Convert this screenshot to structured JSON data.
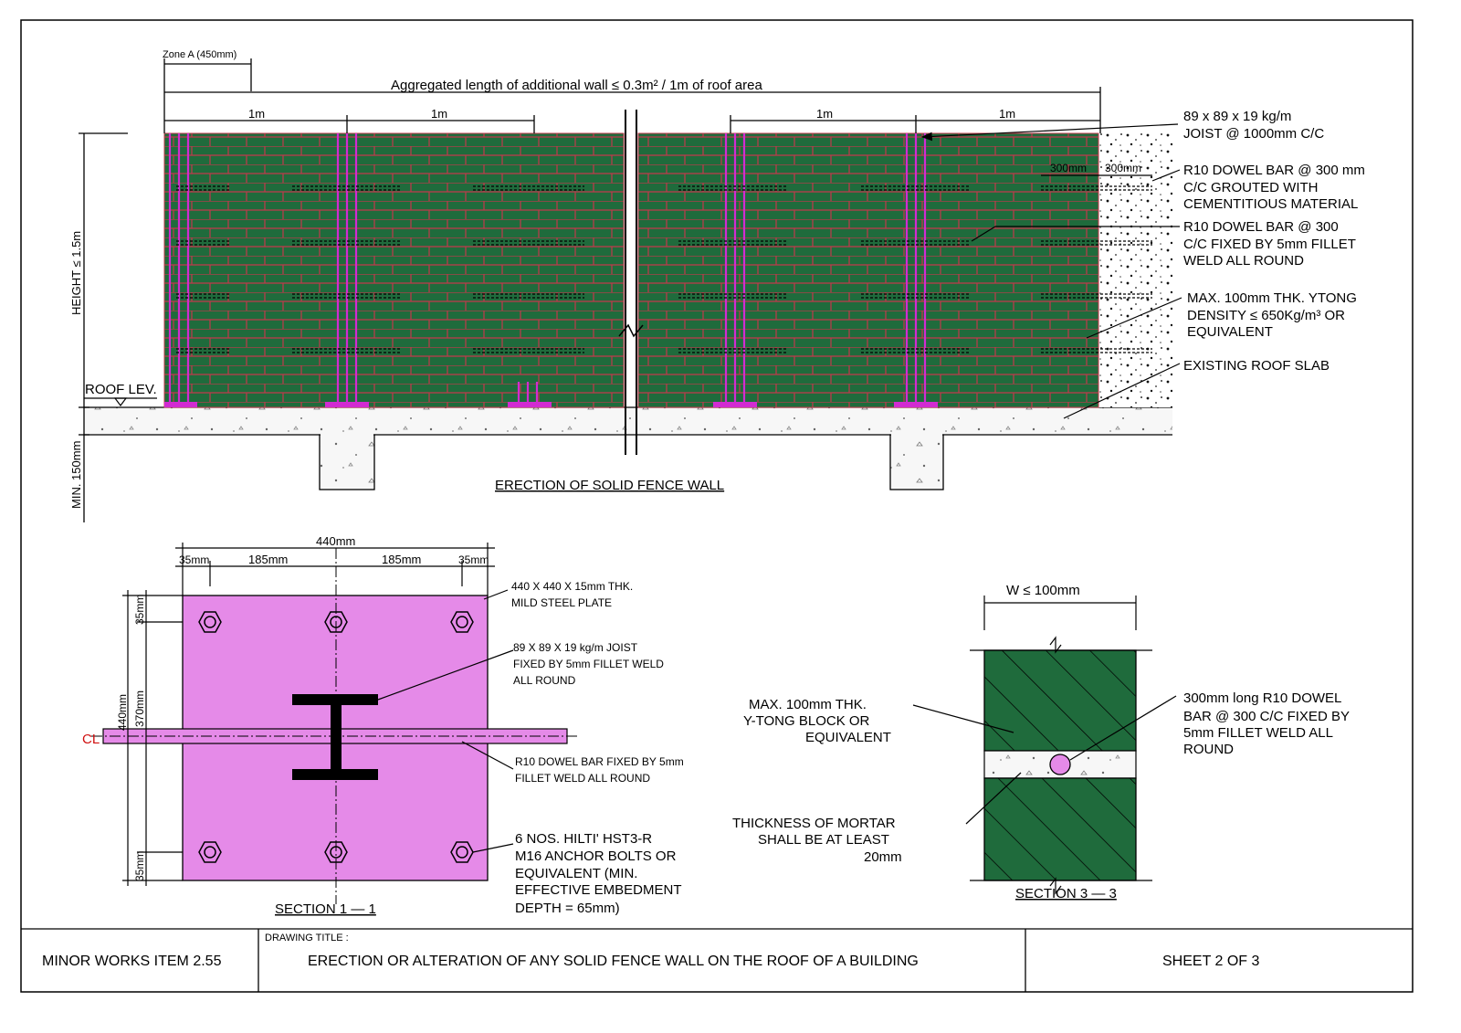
{
  "colors": {
    "wall_green": "#1f6b3c",
    "brick_line": "#c0394b",
    "magenta": "#d22bd2",
    "plate": "#e58ae8",
    "concrete": "#f4f4f4"
  },
  "elevation": {
    "zone_a": "Zone A (450mm)",
    "aggregated": "Aggregated length of additional wall ≤ 0.3m² / 1m   of roof area",
    "dim_1m": "1m",
    "dim_300": "300mm",
    "height": "HEIGHT ≤ 1.5m",
    "min150": "MIN. 150mm",
    "roof_lev": "ROOF LEV.",
    "title": "ERECTION OF SOLID FENCE WALL",
    "notes": {
      "joist": [
        "89 x 89 x 19 kg/m",
        "JOIST @ 1000mm C/C"
      ],
      "dowel_grout": [
        "R10 DOWEL BAR @ 300 mm",
        "C/C GROUTED WITH",
        "CEMENTITIOUS MATERIAL"
      ],
      "dowel_weld": [
        "R10 DOWEL BAR @ 300",
        "C/C FIXED BY 5mm FILLET",
        "WELD ALL ROUND"
      ],
      "ytong": [
        "MAX. 100mm THK. YTONG",
        "DENSITY  ≤  650Kg/m³ OR",
        "EQUIVALENT"
      ],
      "slab": "EXISTING ROOF SLAB"
    }
  },
  "section11": {
    "dim_total": "440mm",
    "dim_35": "35mm",
    "dim_185": "185mm",
    "dim_440v": "440mm",
    "dim_370": "370mm",
    "cl": "CL",
    "title": "SECTION  1 — 1",
    "notes": {
      "plate": [
        "440 X 440 X 15mm THK.",
        "MILD STEEL PLATE"
      ],
      "joist": [
        "89 X 89 X 19 kg/m JOIST",
        "FIXED BY 5mm FILLET WELD",
        "ALL ROUND"
      ],
      "dowel": [
        "R10 DOWEL BAR FIXED BY 5mm",
        "FILLET WELD ALL ROUND"
      ],
      "bolts": [
        "6 NOS. HILTI' HST3-R",
        "M16 ANCHOR BOLTS OR",
        "EQUIVALENT (MIN.",
        "EFFECTIVE EMBEDMENT",
        "DEPTH = 65mm)"
      ]
    }
  },
  "section33": {
    "width": "W ≤ 100mm",
    "title": "SECTION  3 — 3",
    "notes": {
      "block": [
        "MAX. 100mm THK.",
        "Y-TONG BLOCK OR",
        "EQUIVALENT"
      ],
      "mortar": [
        "THICKNESS OF MORTAR",
        "SHALL BE AT LEAST",
        "20mm"
      ],
      "dowel": [
        "300mm long R10 DOWEL",
        "BAR @ 300 C/C FIXED BY",
        "5mm FILLET WELD ALL",
        "ROUND"
      ]
    }
  },
  "title_block": {
    "item": "MINOR WORKS ITEM 2.55",
    "drawing_title_label": "DRAWING TITLE :",
    "drawing_title": "ERECTION OR ALTERATION OF ANY SOLID FENCE WALL ON THE ROOF OF A BUILDING",
    "sheet": "SHEET 2 OF 3"
  }
}
